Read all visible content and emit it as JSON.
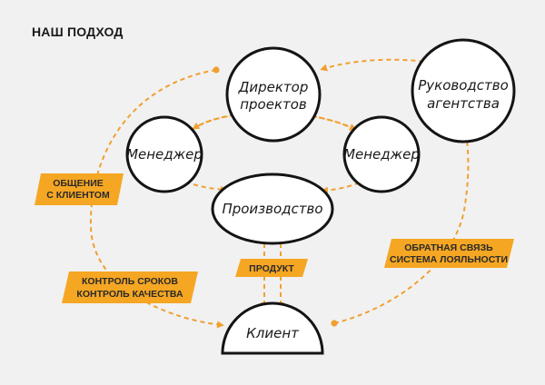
{
  "title": "НАШ ПОДХОД",
  "colors": {
    "accent": "#f5a623",
    "arrow": "#f0a030",
    "stroke": "#141414",
    "node_fill": "#ffffff",
    "background": "#f1f1f1"
  },
  "nodes": {
    "director": {
      "line1": "Директор",
      "line2": "проектов"
    },
    "agency": {
      "line1": "Руководство",
      "line2": "агентства"
    },
    "manager_left": "Менеджер",
    "manager_right": "Менеджер",
    "production": "Производство",
    "client": "Клиент"
  },
  "tags": {
    "client_communication": {
      "line1": "ОБЩЕНИЕ",
      "line2": "С КЛИЕНТОМ"
    },
    "control": {
      "line1": "КОНТРОЛЬ СРОКОВ",
      "line2": "КОНТРОЛЬ КАЧЕСТВА"
    },
    "product": "ПРОДУКТ",
    "feedback": {
      "line1": "ОБРАТНАЯ СВЯЗЬ",
      "line2": "СИСТЕМА ЛОЯЛЬНОСТИ"
    }
  }
}
